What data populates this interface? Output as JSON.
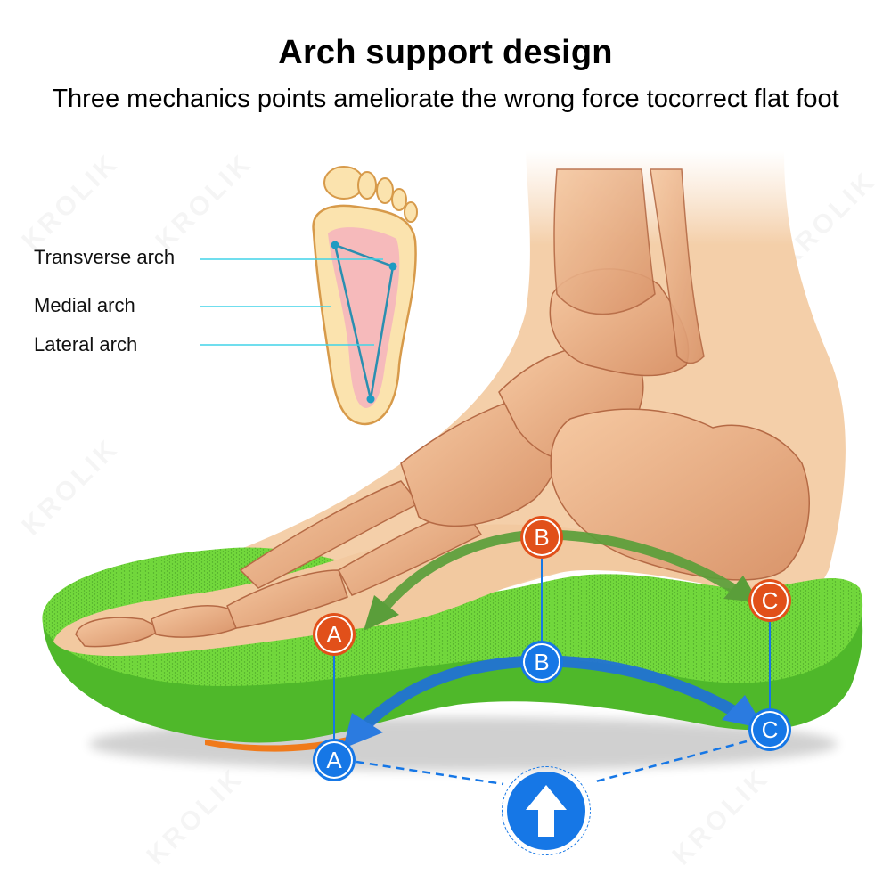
{
  "header": {
    "title": "Arch support design",
    "subtitle": "Three mechanics points ameliorate the wrong force tocorrect flat foot"
  },
  "arch_labels": [
    {
      "label": "Transverse arch"
    },
    {
      "label": "Medial arch"
    },
    {
      "label": "Lateral arch"
    }
  ],
  "force_points_top": [
    {
      "letter": "A"
    },
    {
      "letter": "B"
    },
    {
      "letter": "C"
    }
  ],
  "force_points_bottom": [
    {
      "letter": "A"
    },
    {
      "letter": "B"
    },
    {
      "letter": "C"
    }
  ],
  "support_icon": "arrow-up-icon",
  "watermark": "KROLIK",
  "colors": {
    "orange_marker": "#e1501a",
    "blue_marker": "#1677e6",
    "insole_green": "#6fd23a",
    "insole_side": "#4fb82a",
    "skin": "#f2c9a0",
    "bone": "#eab38d",
    "guide_line": "#40d4e8",
    "green_arrow": "#5a9e3a"
  }
}
